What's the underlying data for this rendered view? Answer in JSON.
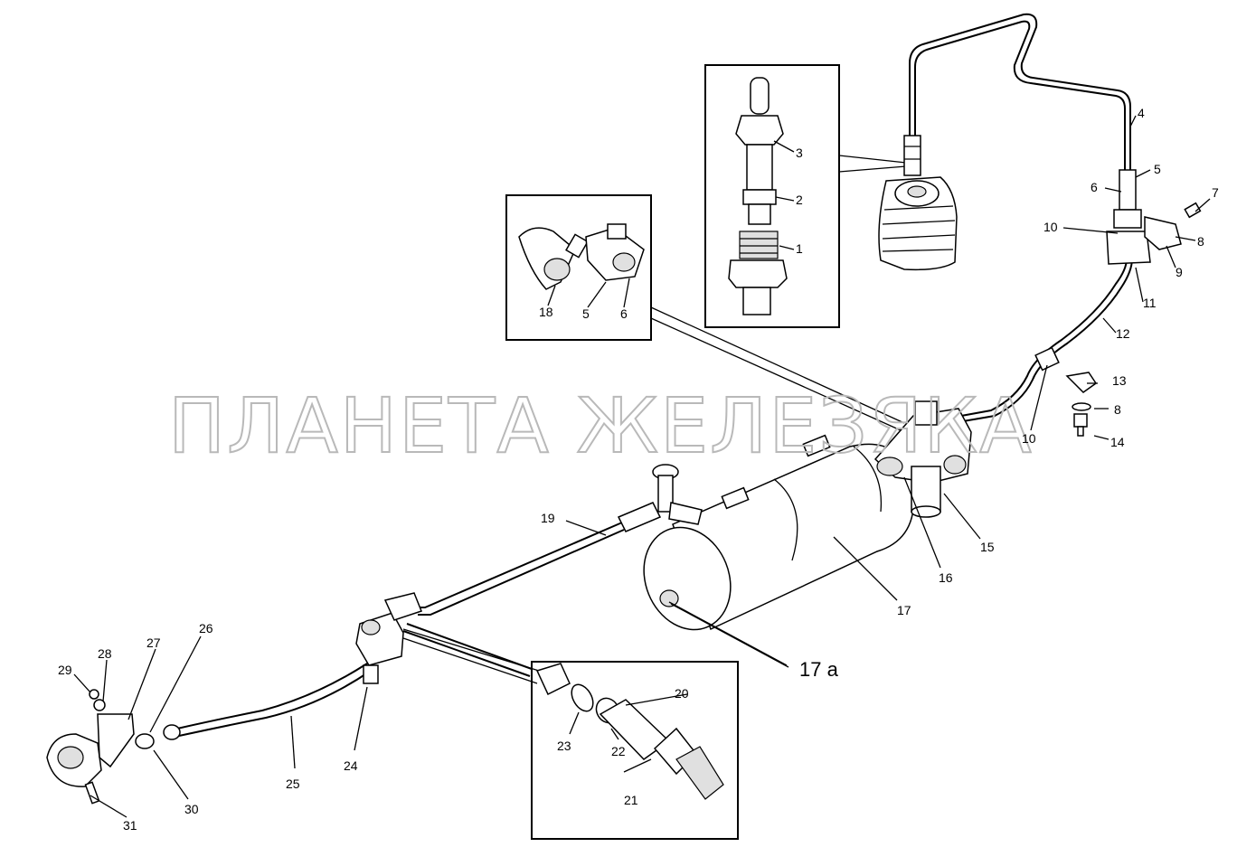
{
  "watermark": "ПЛАНЕТА ЖЕЛЕЗЯКА",
  "labels": {
    "l1": "1",
    "l2": "2",
    "l3": "3",
    "l4": "4",
    "l5a": "5",
    "l5b": "5",
    "l6a": "6",
    "l6b": "6",
    "l7": "7",
    "l8a": "8",
    "l8b": "8",
    "l9": "9",
    "l10a": "10",
    "l10b": "10",
    "l11": "11",
    "l12": "12",
    "l13": "13",
    "l14": "14",
    "l15": "15",
    "l16": "16",
    "l17": "17",
    "l17a": "17 а",
    "l18": "18",
    "l19": "19",
    "l20": "20",
    "l21": "21",
    "l22": "22",
    "l23": "23",
    "l24": "24",
    "l25": "25",
    "l26": "26",
    "l27": "27",
    "l28": "28",
    "l29": "29",
    "l30": "30",
    "l31": "31"
  }
}
